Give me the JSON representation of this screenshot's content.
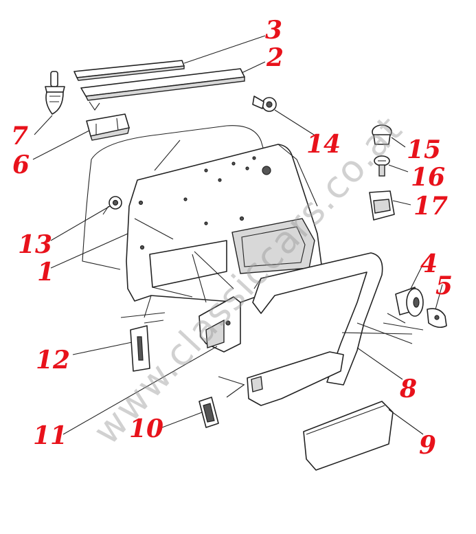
{
  "watermark": "www.classiccars.co.at",
  "callout_color": "#e8121b",
  "callouts": [
    {
      "id": "1",
      "text": "1"
    },
    {
      "id": "2",
      "text": "2"
    },
    {
      "id": "3",
      "text": "3"
    },
    {
      "id": "4",
      "text": "4"
    },
    {
      "id": "5",
      "text": "5"
    },
    {
      "id": "6",
      "text": "6"
    },
    {
      "id": "7",
      "text": "7"
    },
    {
      "id": "8",
      "text": "8"
    },
    {
      "id": "9",
      "text": "9"
    },
    {
      "id": "10",
      "text": "10"
    },
    {
      "id": "11",
      "text": "11"
    },
    {
      "id": "12",
      "text": "12"
    },
    {
      "id": "13",
      "text": "13"
    },
    {
      "id": "14",
      "text": "14"
    },
    {
      "id": "15",
      "text": "15"
    },
    {
      "id": "16",
      "text": "16"
    },
    {
      "id": "17",
      "text": "17"
    }
  ]
}
